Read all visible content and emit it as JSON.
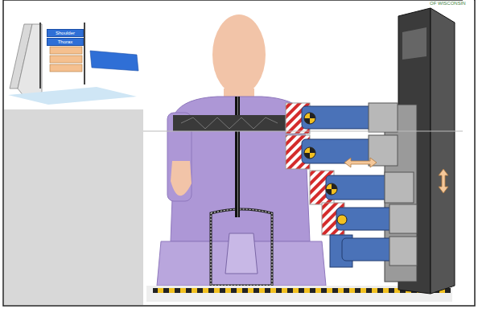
{
  "diagram": {
    "nodes": [
      {
        "text": [
          "Shoulder"
        ]
      },
      {
        "text": [
          "Thorax"
        ]
      }
    ],
    "labels": [
      "OF WISCONSIN"
    ]
  }
}
